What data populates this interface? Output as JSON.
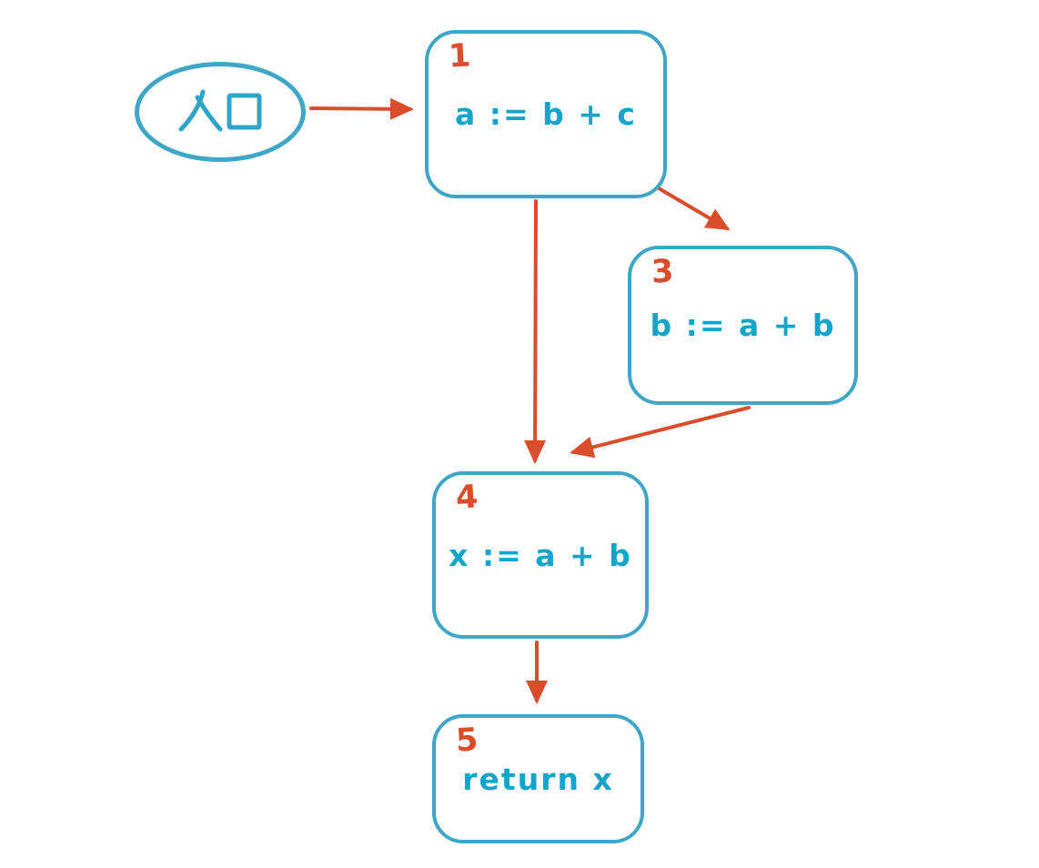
{
  "diagram": {
    "type": "control-flow-graph",
    "entry": {
      "label": "入口"
    },
    "nodes": [
      {
        "id": "1",
        "statement": "a := b + c"
      },
      {
        "id": "3",
        "statement": "b := a + b"
      },
      {
        "id": "4",
        "statement": "x := a + b"
      },
      {
        "id": "5",
        "statement": "return x"
      }
    ],
    "edges": [
      {
        "from": "entry",
        "to": "1"
      },
      {
        "from": "1",
        "to": "3"
      },
      {
        "from": "1",
        "to": "4"
      },
      {
        "from": "3",
        "to": "4"
      },
      {
        "from": "4",
        "to": "5"
      }
    ],
    "colors": {
      "node_stroke": "#3fa6c6",
      "text": "#12a5c9",
      "arrow": "#d94d2b",
      "number": "#d94d2b",
      "bg": "#ffffff"
    }
  }
}
